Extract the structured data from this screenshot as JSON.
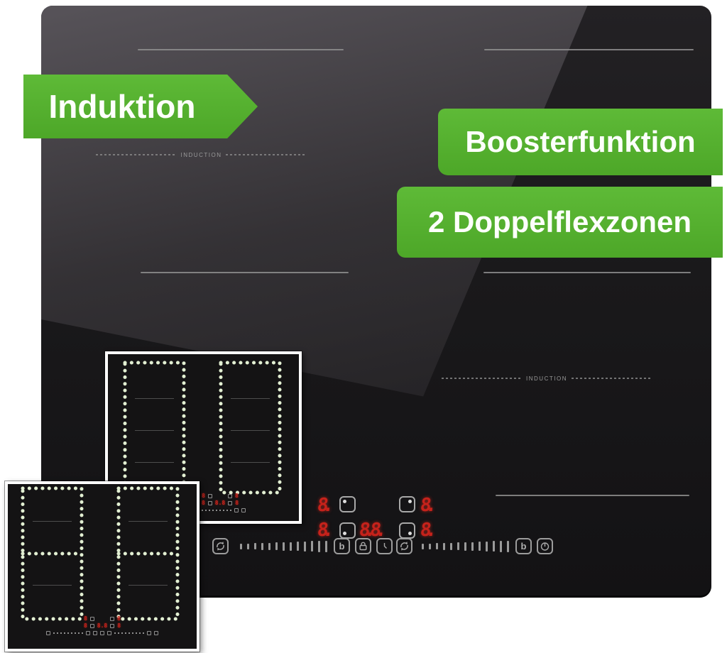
{
  "banners": {
    "induktion": "Induktion",
    "boosterfunktion": "Boosterfunktion",
    "doppelflexzonen": "2 Doppelflexzonen"
  },
  "hob": {
    "surface_label": "INDUCTION",
    "controls": {
      "rear_left_display": "8.",
      "front_left_display": "8.",
      "rear_right_display": "8.",
      "front_right_display": "8.",
      "timer_display": "8.8.",
      "boost_label": "b"
    }
  },
  "mini_panel": {
    "digit": "8",
    "timer": "8.8"
  },
  "icons": {
    "flex_bridge": "circular-arrows",
    "boost": "letter-b",
    "child_lock": "padlock",
    "timer": "clock",
    "power": "power-symbol",
    "zone_selector": "square-with-corner-dot"
  },
  "colors": {
    "banner_green": "#55b22e",
    "led_red": "#c6221b",
    "zone_dot_green": "#e2efd2",
    "hob_black": "#171617"
  }
}
